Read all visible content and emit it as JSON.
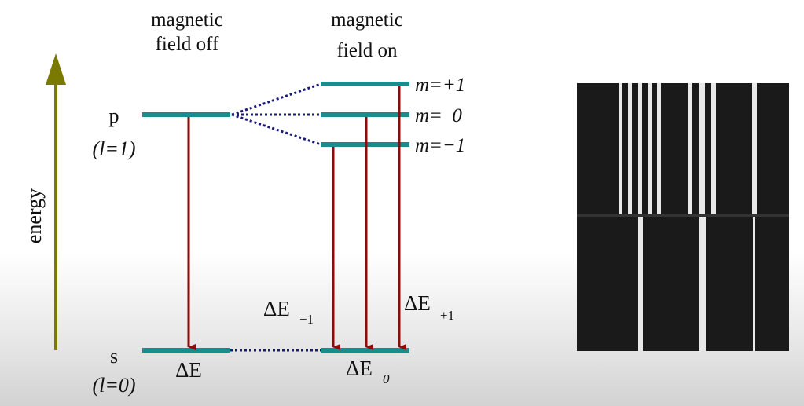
{
  "labels": {
    "field_off_1": "magnetic",
    "field_off_2": "field off",
    "field_on_1": "magnetic",
    "field_on_2": "field on",
    "energy": "energy",
    "p": "p",
    "p_l": "(l=1)",
    "s": "s",
    "s_l": "(l=0)",
    "m_plus": "m=+1",
    "m_zero": "m=  0",
    "m_minus": "m=−1",
    "delta_e": "ΔE",
    "delta_e0": "ΔE",
    "delta_e0_sub": "0",
    "delta_em1": "ΔE",
    "delta_em1_sub": "−1",
    "delta_ep1": "ΔE",
    "delta_ep1_sub": "+1"
  },
  "colors": {
    "level": "#1b8c8c",
    "transition": "#8b0a0a",
    "split": "#1a1a7a",
    "axis": "#7a7a00"
  }
}
